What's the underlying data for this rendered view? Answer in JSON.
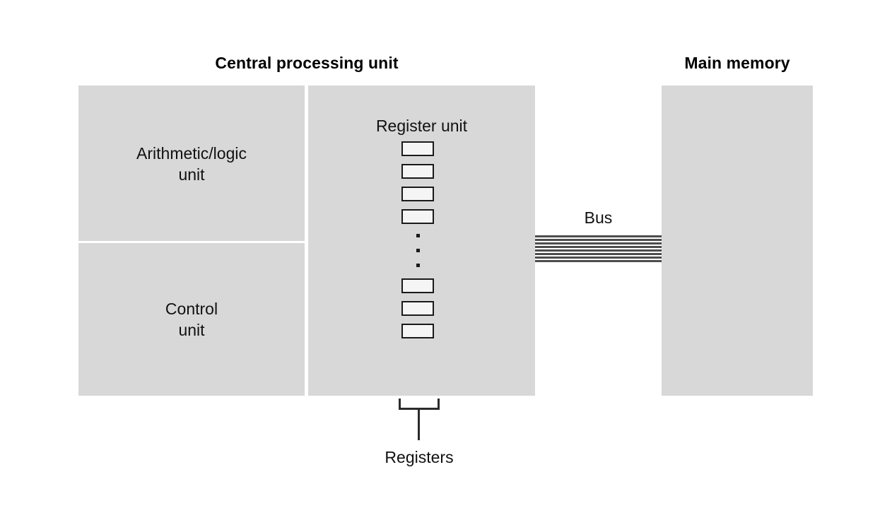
{
  "diagram": {
    "title": "Computer architecture: CPU and main memory",
    "background_color": "#ffffff",
    "panel_color": "#d8d8d8",
    "line_color": "#4d4d4d",
    "register_fill": "#f5f5f5",
    "register_stroke": "#1a1a1a"
  },
  "headings": {
    "cpu": "Central processing unit",
    "memory": "Main memory"
  },
  "panels": {
    "alu": {
      "label": "Arithmetic/logic\nunit",
      "line1": "Arithmetic/logic",
      "line2": "unit"
    },
    "control": {
      "label": "Control\nunit",
      "line1": "Control",
      "line2": "unit"
    },
    "register_unit": {
      "label": "Register unit"
    },
    "main_memory": {
      "label": ""
    }
  },
  "register_unit": {
    "title": "Register unit",
    "cells_top_count": 4,
    "cells_bottom_count": 3,
    "ellipsis_dots": 3,
    "cells_top_y": [
      200,
      232,
      264,
      296
    ],
    "cells_bottom_y": [
      394,
      426,
      458
    ],
    "ellipsis_y": [
      331,
      352,
      373
    ]
  },
  "bus": {
    "label": "Bus",
    "line_count": 8,
    "line_spacing": 5,
    "line_y": [
      0,
      5,
      10,
      15,
      20,
      25,
      30,
      35
    ]
  },
  "callout": {
    "caption": "Registers",
    "bracket": "registers-bracket"
  }
}
